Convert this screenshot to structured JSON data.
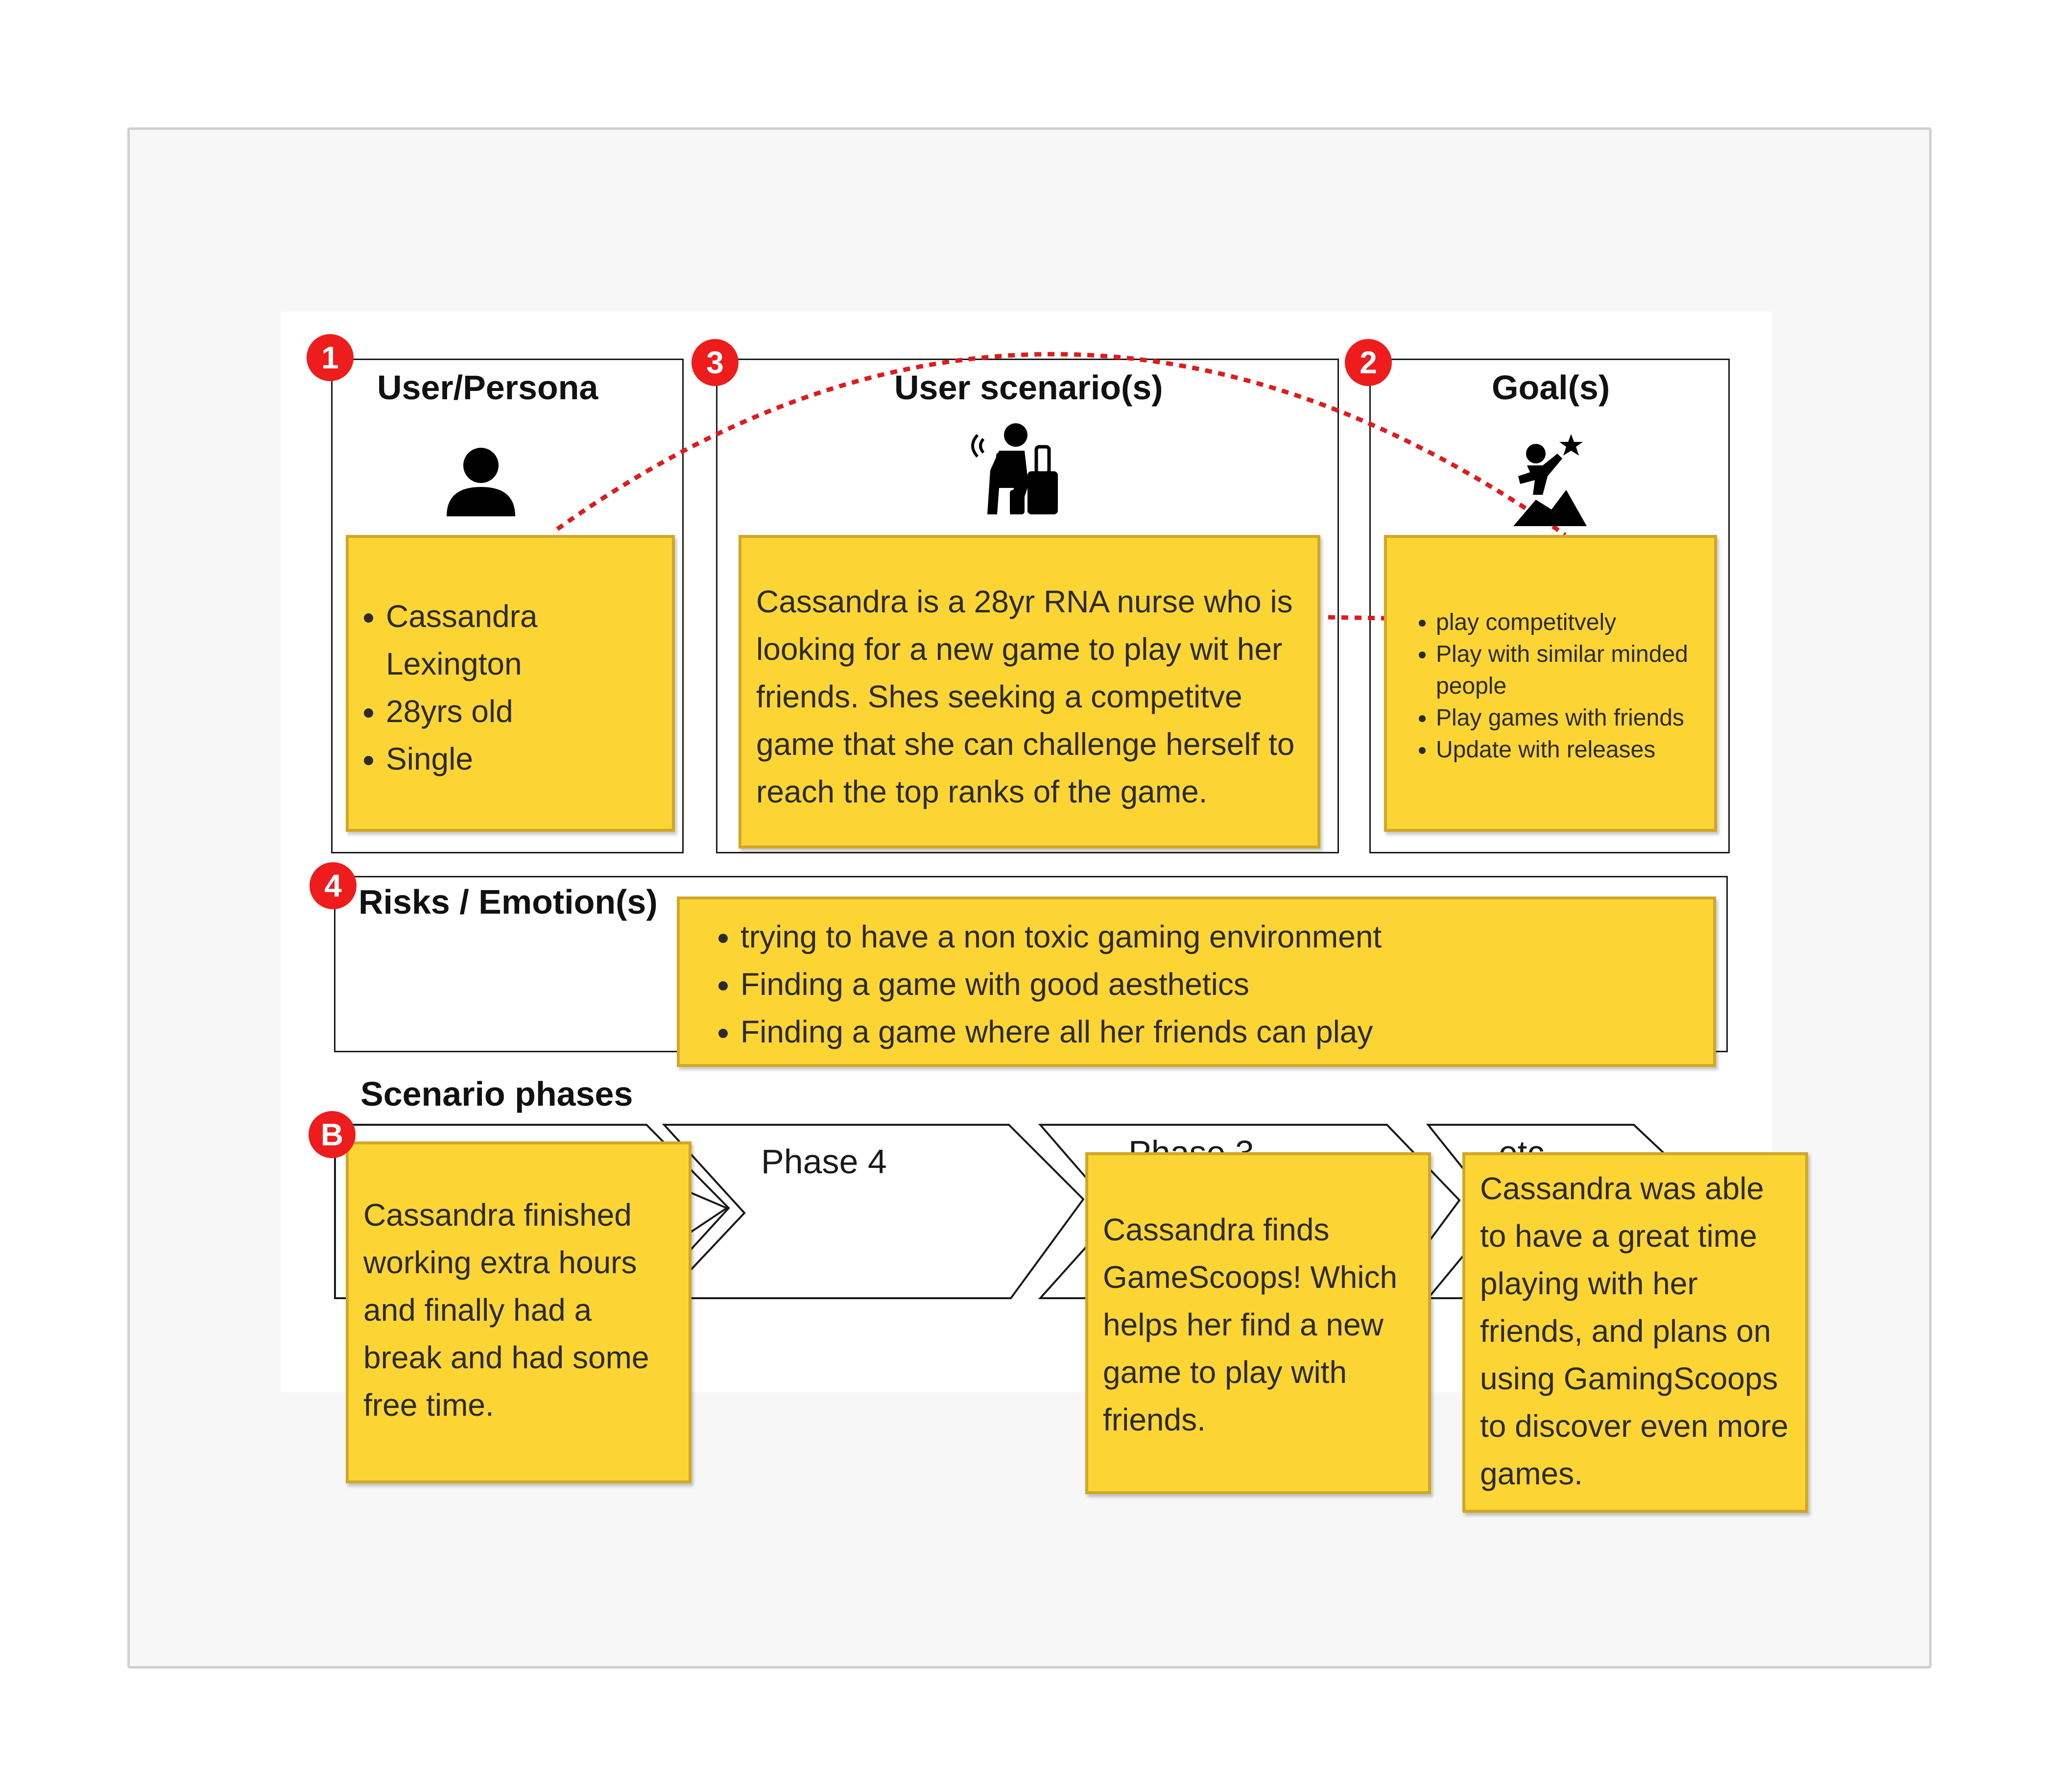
{
  "badges": {
    "one": "1",
    "two": "2",
    "three": "3",
    "four": "4",
    "b": "B"
  },
  "persona": {
    "title": "User/Persona",
    "items": [
      "Cassandra Lexington",
      "28yrs old",
      "Single"
    ]
  },
  "scenario": {
    "title": "User scenario(s)",
    "text": "Cassandra is a 28yr RNA nurse who is looking for a new game to play wit her friends. Shes seeking a competitve game that she can challenge herself to reach the top ranks of the game."
  },
  "goals": {
    "title": "Goal(s)",
    "items": [
      "play competitvely",
      "Play with similar minded people",
      "Play games with friends",
      "Update with releases"
    ]
  },
  "risks": {
    "title": "Risks / Emotion(s)",
    "items": [
      "trying to have a non toxic gaming environment",
      "Finding a game with good aesthetics",
      "Finding a game where all her friends can play"
    ]
  },
  "phases": {
    "title": "Scenario phases",
    "labels": [
      "Phase 4",
      "Phase 3",
      "etc"
    ],
    "notes": [
      "Cassandra finished working extra hours and finally had a break and had some free time.",
      "Cassandra finds GameScoops! Which helps her find a new game to play with friends.",
      "Cassandra was able to have a great time playing with her friends, and plans on using GamingScoops to discover even more games."
    ]
  },
  "icons": [
    "person-icon",
    "traveler-phone-luggage-icon",
    "climb-goal-star-icon"
  ],
  "colors": {
    "sticky": "#fcd535",
    "sticky_border": "#d1a726",
    "badge": "#ee1c1c",
    "connector": "#e01b1b"
  }
}
